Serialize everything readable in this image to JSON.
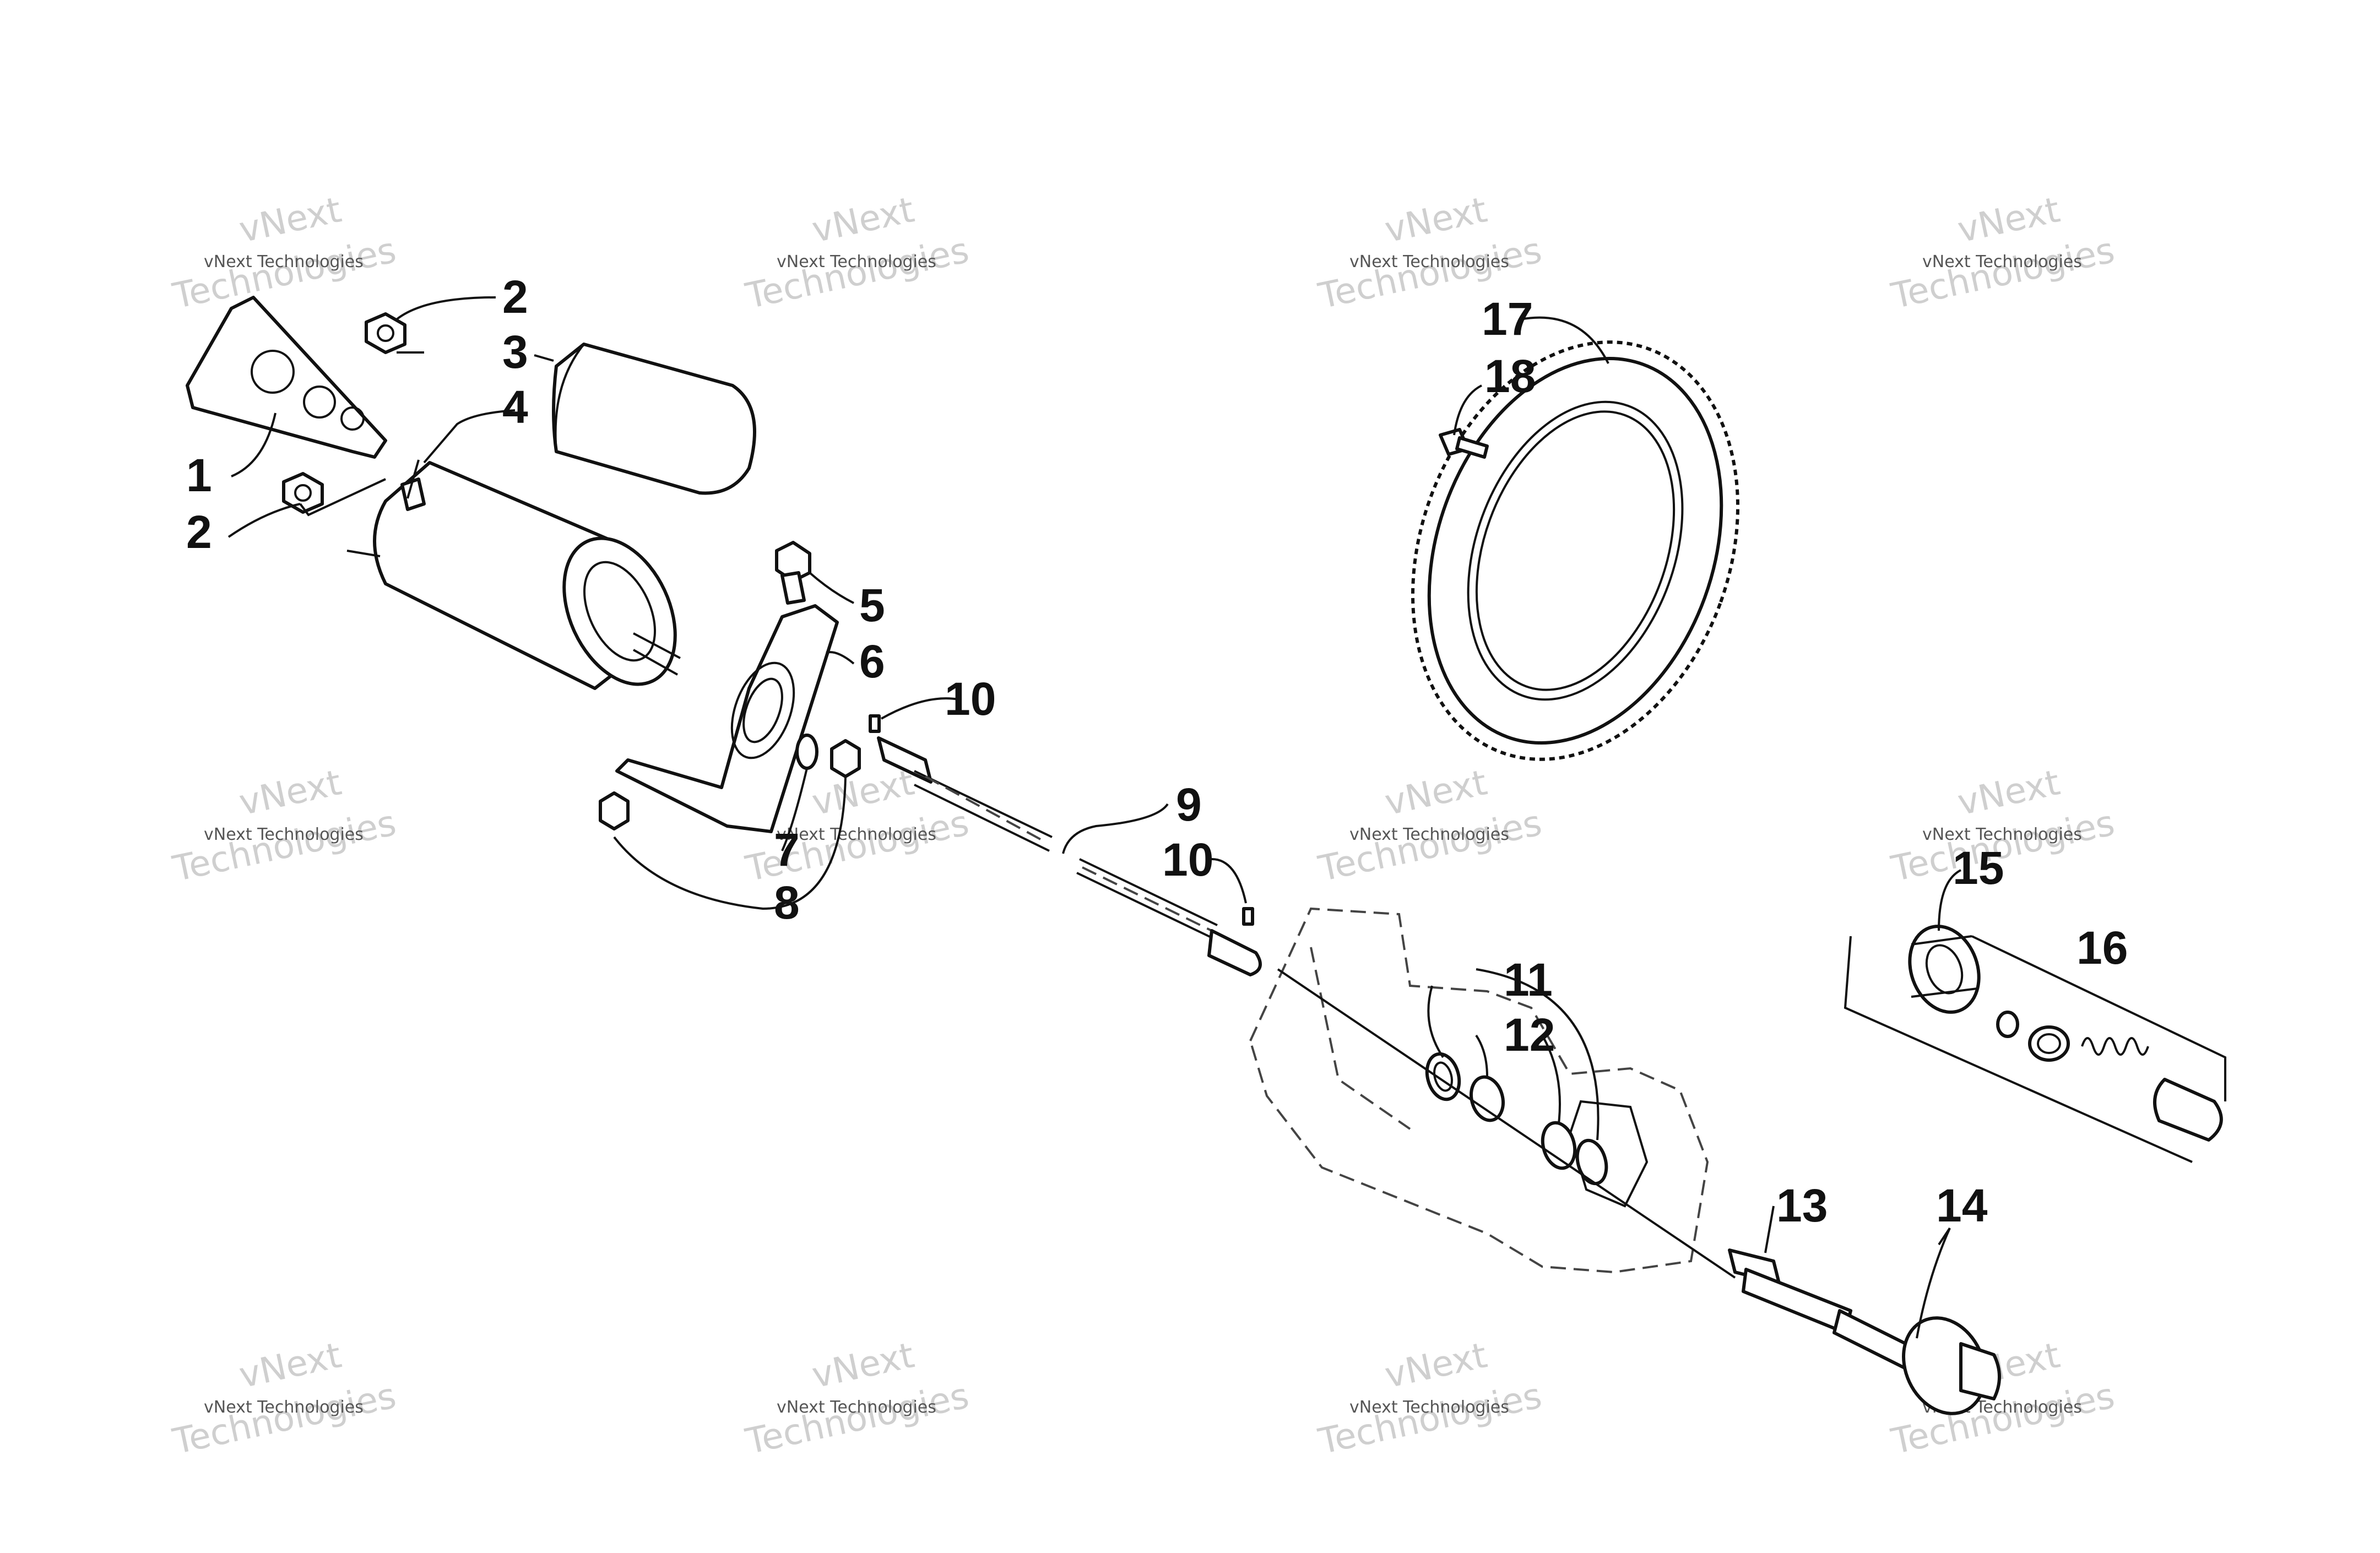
{
  "callouts": {
    "c1": "1",
    "c2a": "2",
    "c2b": "2",
    "c3": "3",
    "c4": "4",
    "c5": "5",
    "c6": "6",
    "c7": "7",
    "c8": "8",
    "c9": "9",
    "c10a": "10",
    "c10b": "10",
    "c11": "11",
    "c12": "12",
    "c13": "13",
    "c14": "14",
    "c15": "15",
    "c16": "16",
    "c17": "17",
    "c18": "18"
  },
  "watermark": {
    "line1": "vNext Technologies",
    "line2a": "vNext",
    "line2b": "Technologies"
  }
}
